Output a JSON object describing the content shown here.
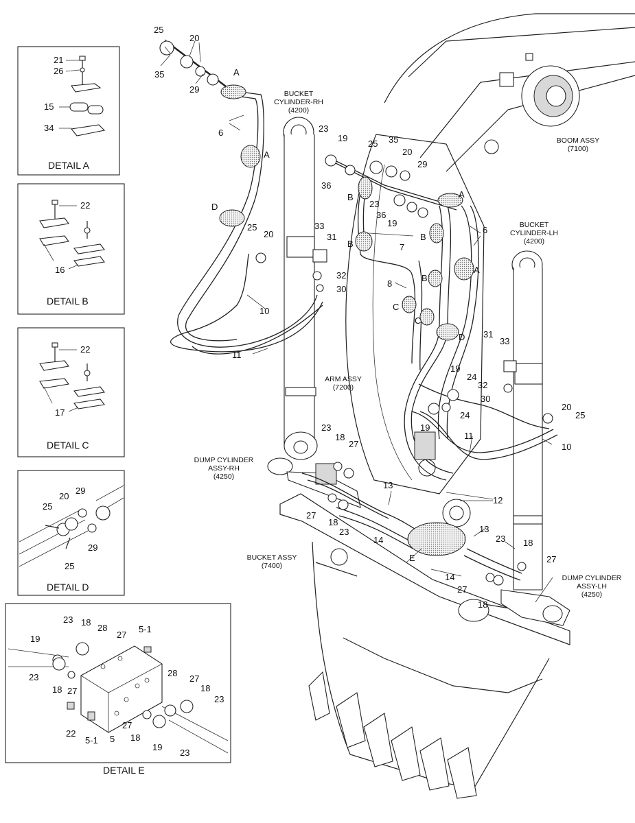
{
  "details": {
    "a": {
      "title": "DETAIL A",
      "labels": [
        "21",
        "26",
        "15",
        "34"
      ]
    },
    "b": {
      "title": "DETAIL B",
      "labels": [
        "22",
        "16"
      ]
    },
    "c": {
      "title": "DETAIL C",
      "labels": [
        "22",
        "17"
      ]
    },
    "d": {
      "title": "DETAIL D",
      "labels": [
        "25",
        "20",
        "29",
        "29",
        "25"
      ]
    },
    "e": {
      "title": "DETAIL E",
      "labels": [
        "23",
        "18",
        "28",
        "27",
        "5-1",
        "19",
        "23",
        "18",
        "27",
        "28",
        "27",
        "18",
        "23",
        "22",
        "5-1",
        "5",
        "27",
        "18",
        "19",
        "23"
      ]
    }
  },
  "assemblies": {
    "bucket_cyl_rh": [
      "BUCKET",
      "CYLINDER-RH",
      "(4200)"
    ],
    "boom": [
      "BOOM ASSY",
      "(7100)"
    ],
    "bucket_cyl_lh": [
      "BUCKET",
      "CYLINDER-LH",
      "(4200)"
    ],
    "arm": [
      "ARM ASSY",
      "(7200)"
    ],
    "dump_cyl_rh": [
      "DUMP CYLINDER",
      "ASSY-RH",
      "(4250)"
    ],
    "bucket": [
      "BUCKET ASSY",
      "(7400)"
    ],
    "dump_cyl_lh": [
      "DUMP CYLINDER",
      "ASSY-LH",
      "(4250)"
    ]
  },
  "callouts": {
    "top_left": [
      "25",
      "20",
      "35",
      "29",
      "A",
      "6",
      "A",
      "D",
      "10",
      "11"
    ],
    "center": [
      "23",
      "19",
      "36",
      "25",
      "35",
      "20",
      "29",
      "A",
      "B",
      "23",
      "36",
      "19",
      "B",
      "7",
      "6",
      "B",
      "A",
      "8",
      "C",
      "C",
      "D",
      "25",
      "20",
      "33",
      "31",
      "32",
      "30"
    ],
    "right": [
      "31",
      "33",
      "19",
      "24",
      "32",
      "30",
      "24",
      "19",
      "20",
      "25",
      "10",
      "11"
    ],
    "bottom": [
      "23",
      "18",
      "27",
      "13",
      "12",
      "27",
      "18",
      "23",
      "14",
      "13",
      "E",
      "23",
      "18",
      "27",
      "14",
      "27",
      "18"
    ]
  }
}
